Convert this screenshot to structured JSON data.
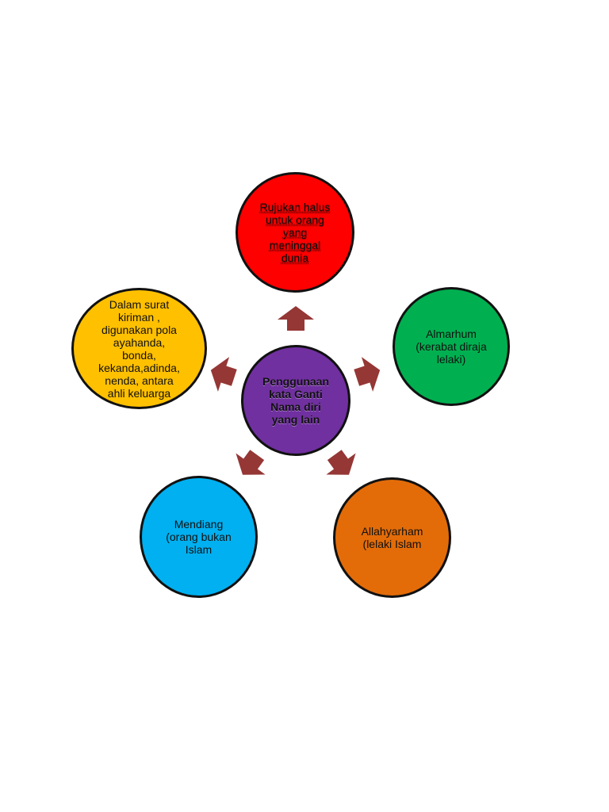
{
  "diagram": {
    "center": {
      "text": "Penggunaan\nkata Ganti\nNama diri\nyang lain",
      "fill": "#7030A0"
    },
    "branches": [
      {
        "id": "top",
        "text": "Rujukan halus\nuntuk orang\nyang\nmeninggal\ndunia",
        "fill": "#FF0000"
      },
      {
        "id": "right",
        "text": "Almarhum\n(kerabat diraja\nlelaki)",
        "fill": "#00B050"
      },
      {
        "id": "bottom-right",
        "text": "Allahyarham\n(lelaki Islam",
        "fill": "#E36C09"
      },
      {
        "id": "bottom-left",
        "text": "Mendiang\n(orang bukan\nIslam",
        "fill": "#00B0F0"
      },
      {
        "id": "left",
        "text": "Dalam surat\nkiriman ,\ndigunakan pola\nayahanda,\nbonda,\nkekanda,adinda,\nnenda, antara\nahli keluarga",
        "fill": "#FFC000"
      }
    ],
    "arrow_color": "#953735"
  }
}
